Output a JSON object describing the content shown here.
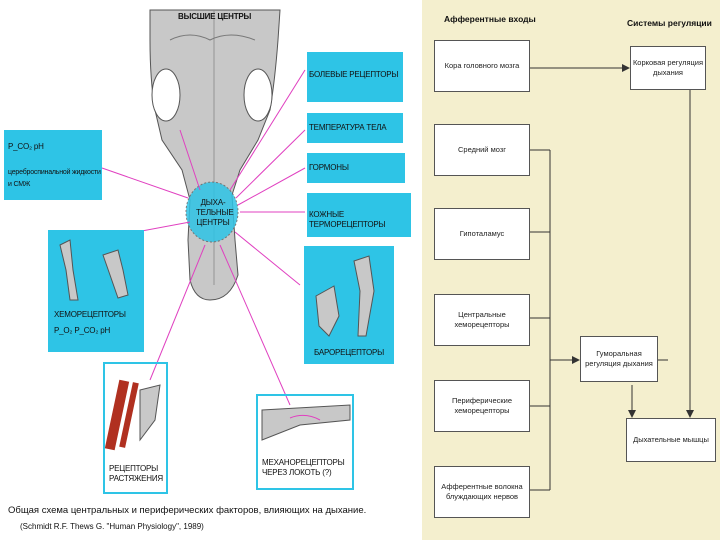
{
  "left_panel": {
    "brain_label": "ВЫСШИЕ ЦЕНТРЫ",
    "center_label": [
      "ДЫХА-",
      "ТЕЛЬНЫЕ",
      "ЦЕНТРЫ"
    ],
    "boxes": {
      "pain": "БОЛЕВЫЕ РЕЦЕПТОРЫ",
      "temp": "ТЕМПЕРАТУРА ТЕЛА",
      "hormones": "ГОРМОНЫ",
      "temp_receptors": "КОЖНЫЕ ТЕРМОРЕЦЕПТОРЫ",
      "csf_line1": "P_CO₂     pH",
      "csf_line2": "цереброспинальной жидкости",
      "csf_line3": "и СМЖ",
      "chemo_title": "ХЕМОРЕЦЕПТОРЫ",
      "chemo_params": "P_O₂   P_CO₂   pH",
      "baro": "БАРОРЕЦЕПТОРЫ",
      "stretch": "РЕЦЕПТОРЫ РАСТЯЖЕНИЯ",
      "mechano": "МЕХАНОРЕЦЕПТОРЫ ЧЕРЕЗ ЛОКОТЬ (?)"
    },
    "caption_line1": "Общая схема центральных и периферических факторов, влияющих на дыхание.",
    "caption_line2": "(Schmidt R.F. Thews G. \"Human Physiology\", 1989)"
  },
  "right_panel": {
    "header_inputs": "Афферентные входы",
    "header_systems": "Системы регуляции",
    "inputs": [
      "Кора головного мозга",
      "Средний мозг",
      "Гипоталамус",
      "Центральные хеморецепторы",
      "Периферические хеморецепторы",
      "Афферентные волокна блуждающих нервов"
    ],
    "cortical": "Корковая регуляция дыхания",
    "humoral": "Гуморальная регуляция дыхания",
    "muscles": "Дыхательные мышцы"
  },
  "colors": {
    "cyan": "#2ec4e6",
    "arrow": "#e040c0",
    "panel_bg": "#f4efce"
  }
}
